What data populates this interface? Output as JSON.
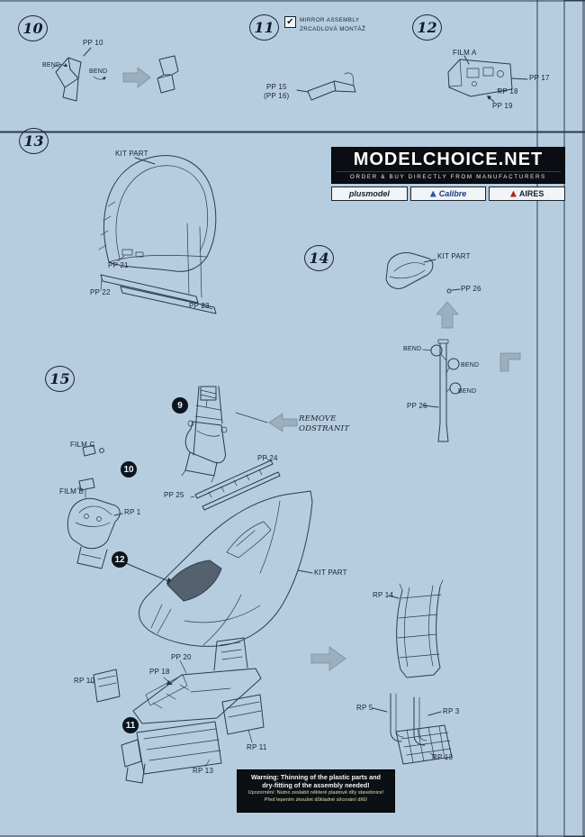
{
  "meta": {
    "paper_color": "#b6cde0",
    "ink_color": "#2a3b4c",
    "arrow_gray": "#9bafbe"
  },
  "icons": {
    "checkmark": "✔"
  },
  "step_numbers": {
    "s10": "10",
    "s11": "11",
    "s12": "12",
    "s13": "13",
    "s14": "14",
    "s15": "15"
  },
  "callouts": {
    "c9": "9",
    "c10": "10",
    "c11": "11",
    "c12": "12"
  },
  "step11_note": {
    "en": "MIRROR  ASSEMBLY",
    "cz": "ZRCADLOVÁ MONTÁŽ"
  },
  "labels": {
    "s10_pp10": "PP 10",
    "s10_bend_a": "BEND",
    "s10_bend_b": "BEND",
    "s11_pp15": "PP 15",
    "s11_pp16": "(PP 16)",
    "s12_film_a": "FILM A",
    "s12_pp17": "PP 17",
    "s12_pp18": "PP 18",
    "s12_pp19": "PP 19",
    "s13_kit_part": "KIT PART",
    "s13_pp21": "PP 21",
    "s13_pp22": "PP 22",
    "s13_pp23": "PP 23",
    "s14_kit_part": "KIT PART",
    "s14_pp26_top": "PP 26",
    "s14_bend_a": "BEND",
    "s14_bend_b": "BEND",
    "s14_bend_c": "BEND",
    "s14_pp26_bottom": "PP 26",
    "s15_remove_en": "REMOVE",
    "s15_remove_cz": "ODSTRANIT",
    "s15_film_c": "FILM C",
    "s15_film_b": "FILM B",
    "s15_rp1": "RP 1",
    "s15_pp24": "PP 24",
    "s15_pp25": "PP 25",
    "s15_kit_part": "KIT PART",
    "s15_pp20": "PP 20",
    "s15_pp18": "PP 18",
    "s15_rp10": "RP 10",
    "s15_rp11": "RP 11",
    "s15_rp13_left": "RP 13",
    "s15_rp14": "RP 14",
    "s15_rp5": "RP 5",
    "s15_rp3": "RP 3",
    "s15_rp13_right": "RP 13"
  },
  "banner": {
    "title": "MODELCHOICE.NET",
    "subtitle": "ORDER & BUY DIRECTLY FROM MANUFACTURERS",
    "logo_plusmodel": "plusmodel",
    "logo_calibre": "Calibre",
    "logo_aires": "AIRES"
  },
  "warning": {
    "line1": "Warning: Thinning of the plastic parts and",
    "line2": "dry-fitting of the assembly needed!",
    "line3": "Upozornění: Nutno zeslabit některé plastové díly stavebnice!",
    "line4": "Před lepením zkoušet důkladné slícování dílů!"
  }
}
